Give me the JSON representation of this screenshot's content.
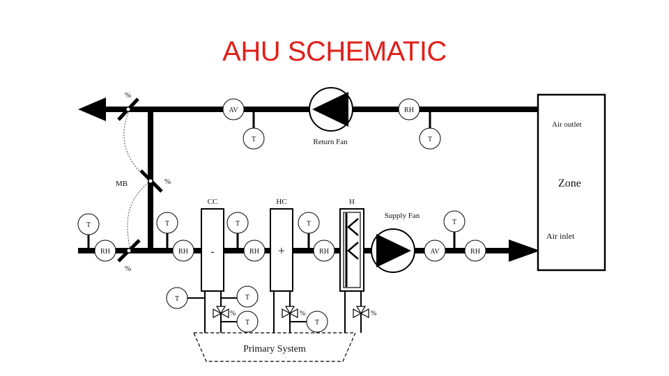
{
  "title": "AHU SCHEMATIC",
  "labels": {
    "pct_top": "%",
    "av_return": "AV",
    "t_return_left": "T",
    "return_fan": "Return Fan",
    "rh_return": "RH",
    "t_return_right": "T",
    "air_outlet": "Air outlet",
    "zone": "Zone",
    "air_inlet": "Air inlet",
    "mb": "MB",
    "pct_mb": "%",
    "pct_bottom": "%",
    "t_outdoor": "T",
    "rh_outdoor": "RH",
    "t_mix": "T",
    "rh_mix": "RH",
    "cc": "CC",
    "cc_sign": "-",
    "t_after_cc": "T",
    "rh_after_cc": "RH",
    "hc": "HC",
    "hc_sign": "+",
    "t_after_hc": "T",
    "rh_after_hc": "RH",
    "h": "H",
    "supply_fan": "Supply Fan",
    "t_supply": "T",
    "av_supply": "AV",
    "rh_supply": "RH",
    "t_cc_loop_left": "T",
    "t_cc_loop_right": "T",
    "pct_cc_valve": "%",
    "t_cc_loop_low": "T",
    "pct_hc_valve": "%",
    "t_hc_loop": "T",
    "pct_h_valve": "%",
    "primary_system": "Primary System"
  }
}
